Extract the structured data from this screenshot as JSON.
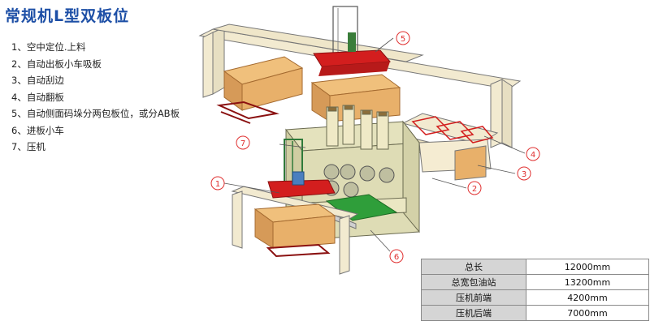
{
  "title": "常规机L型双板位",
  "features": [
    "1、空中定位.上料",
    "2、自动出板小车吸板",
    "3、自动刮边",
    "4、自动翻板",
    "5、自动侧面码垛分两包板位，或分AB板",
    "6、进板小车",
    "7、压机"
  ],
  "callouts": [
    "1",
    "2",
    "3",
    "4",
    "5",
    "6",
    "7"
  ],
  "specs": [
    {
      "label": "总长",
      "value": "12000mm"
    },
    {
      "label": "总宽包油站",
      "value": "13200mm"
    },
    {
      "label": "压机前端",
      "value": "4200mm"
    },
    {
      "label": "压机后端",
      "value": "7000mm"
    }
  ],
  "colors": {
    "title": "#1d4fa6",
    "frame": "#f2ead0",
    "frame_line": "#777777",
    "wood": "#e8b06a",
    "wood_dark": "#c9874a",
    "red": "#d31e1e",
    "green_plate": "#2f9e3a",
    "press_body": "#e4e2bd",
    "callout": "#e03030"
  }
}
